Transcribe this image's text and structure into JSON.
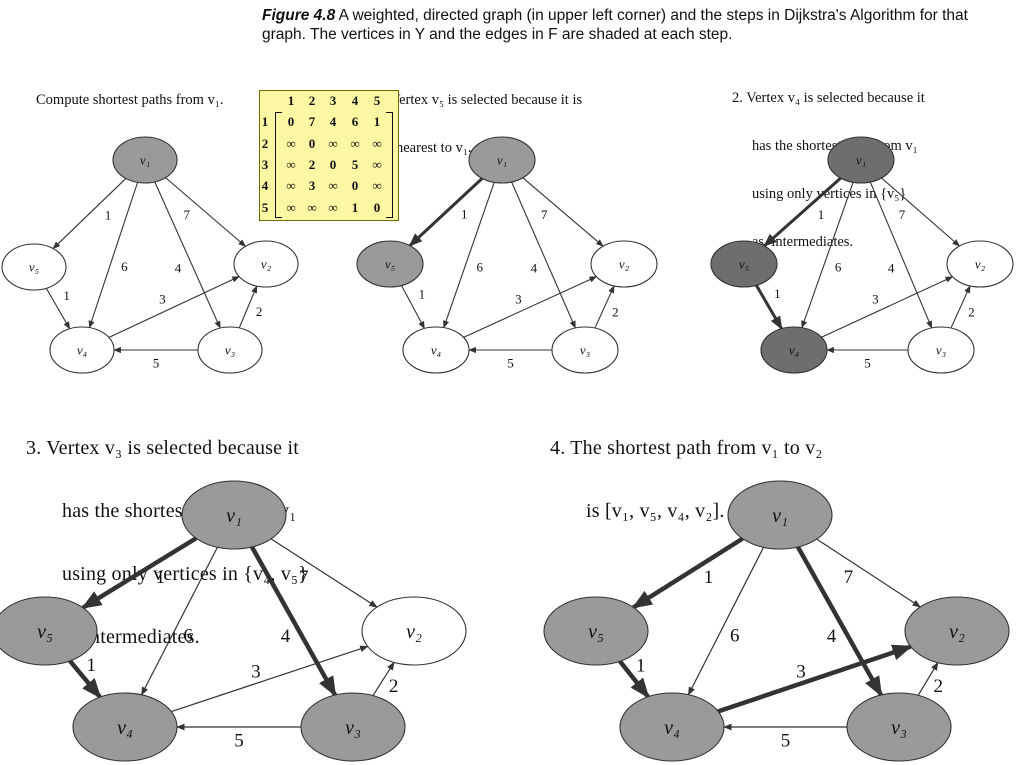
{
  "caption": {
    "figure_label": "Figure 4.8",
    "text": "A weighted, directed graph (in upper left corner) and the steps in Dijkstra's Algorithm for that graph. The vertices in Y and the edges in F are shaded at each step."
  },
  "steps": {
    "s0": [
      "Compute shortest paths from v₁."
    ],
    "s1": [
      "1. Vertex v₅ is selected because it is",
      "nearest to v₁."
    ],
    "s2": [
      "2. Vertex v₄ is selected because it",
      "has the shortest path from v₁",
      "using only vertices in {v₅}",
      "as  intermediates."
    ],
    "s3": [
      "3. Vertex v₃ is selected because it",
      "has the shortest path from v₁",
      "using only vertices in {v₄, v₅}",
      "as intermediates."
    ],
    "s4": [
      "4. The shortest path from v₁ to v₂",
      "is [v₁, v₅, v₄, v₂]."
    ]
  },
  "matrix": {
    "col_headers": [
      "1",
      "2",
      "3",
      "4",
      "5"
    ],
    "row_headers": [
      "1",
      "2",
      "3",
      "4",
      "5"
    ],
    "rows": [
      [
        "0",
        "7",
        "4",
        "6",
        "1"
      ],
      [
        "∞",
        "0",
        "∞",
        "∞",
        "∞"
      ],
      [
        "∞",
        "2",
        "0",
        "5",
        "∞"
      ],
      [
        "∞",
        "3",
        "∞",
        "0",
        "∞"
      ],
      [
        "∞",
        "∞",
        "∞",
        "1",
        "0"
      ]
    ]
  },
  "vertex_labels": {
    "v1": "v₁",
    "v2": "v₂",
    "v3": "v₃",
    "v4": "v₄",
    "v5": "v₅"
  },
  "edges": [
    {
      "id": "e15",
      "from": "v1",
      "to": "v5",
      "weight": "1"
    },
    {
      "id": "e14",
      "from": "v1",
      "to": "v4",
      "weight": "6"
    },
    {
      "id": "e13",
      "from": "v1",
      "to": "v3",
      "weight": "4"
    },
    {
      "id": "e12",
      "from": "v1",
      "to": "v2",
      "weight": "7"
    },
    {
      "id": "e54",
      "from": "v5",
      "to": "v4",
      "weight": "1"
    },
    {
      "id": "e42",
      "from": "v4",
      "to": "v2",
      "weight": "3"
    },
    {
      "id": "e32",
      "from": "v3",
      "to": "v2",
      "weight": "2"
    },
    {
      "id": "e34",
      "from": "v3",
      "to": "v4",
      "weight": "5"
    }
  ],
  "graphs": [
    {
      "id": "g0",
      "shaded": [
        "v1"
      ],
      "bold_edges": []
    },
    {
      "id": "g1",
      "shaded": [
        "v1",
        "v5"
      ],
      "bold_edges": [
        "e15"
      ]
    },
    {
      "id": "g2",
      "shaded": [
        "v1",
        "v5",
        "v4"
      ],
      "bold_edges": [
        "e15",
        "e54"
      ]
    },
    {
      "id": "g3",
      "shaded": [
        "v1",
        "v5",
        "v4",
        "v3"
      ],
      "bold_edges": [
        "e15",
        "e54",
        "e13"
      ]
    },
    {
      "id": "g4",
      "shaded": [
        "v1",
        "v5",
        "v4",
        "v3",
        "v2"
      ],
      "bold_edges": [
        "e15",
        "e54",
        "e13",
        "e42"
      ]
    }
  ],
  "colors": {
    "shaded_fill": "#9a9a9a",
    "dark_shaded_fill": "#6e6e6e",
    "matrix_bg": "#fbf7a3",
    "edge": "#333333"
  }
}
